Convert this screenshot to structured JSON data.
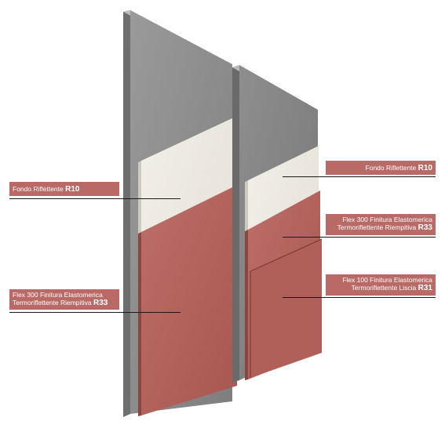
{
  "labels": {
    "left_primer": {
      "text": "Fondo Riflettente",
      "code": "R10"
    },
    "left_finish": {
      "line1": "Flex 300 Finitura Elastomerica",
      "line2": "Termoriflettente Riempitiva",
      "code": "R33"
    },
    "right_primer": {
      "text": "Fondo Riflettente",
      "code": "R10"
    },
    "right_finish_fill": {
      "line1": "Flex 300 Finitura Elastomerica",
      "line2": "Termoriflettente Riempitiva",
      "code": "R33"
    },
    "right_finish_smooth": {
      "line1": "Flex 100 Finitura Elastomerica",
      "line2": "Termoriflettente Liscia",
      "code": "R31"
    }
  },
  "colors": {
    "label_bg": "#b96a66",
    "coating_red": "#b4645f",
    "primer_white": "#ece8e0",
    "concrete_grey": "#8f8f8f"
  }
}
